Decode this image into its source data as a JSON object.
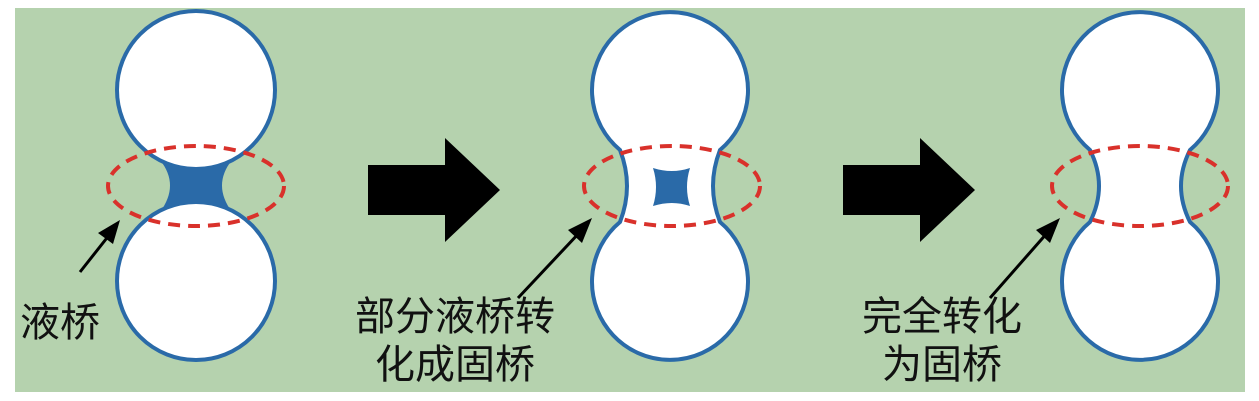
{
  "colors": {
    "background": "#b5d2ae",
    "outline": "#2a6aa8",
    "bridge": "#2a6aa8",
    "dash": "#d9312b",
    "arrow": "#000000"
  },
  "stages": [
    {
      "label_lines": [
        "液桥"
      ]
    },
    {
      "label_lines": [
        "部分液桥转",
        "化成固桥"
      ]
    },
    {
      "label_lines": [
        "完全转化",
        "为固桥"
      ]
    }
  ]
}
